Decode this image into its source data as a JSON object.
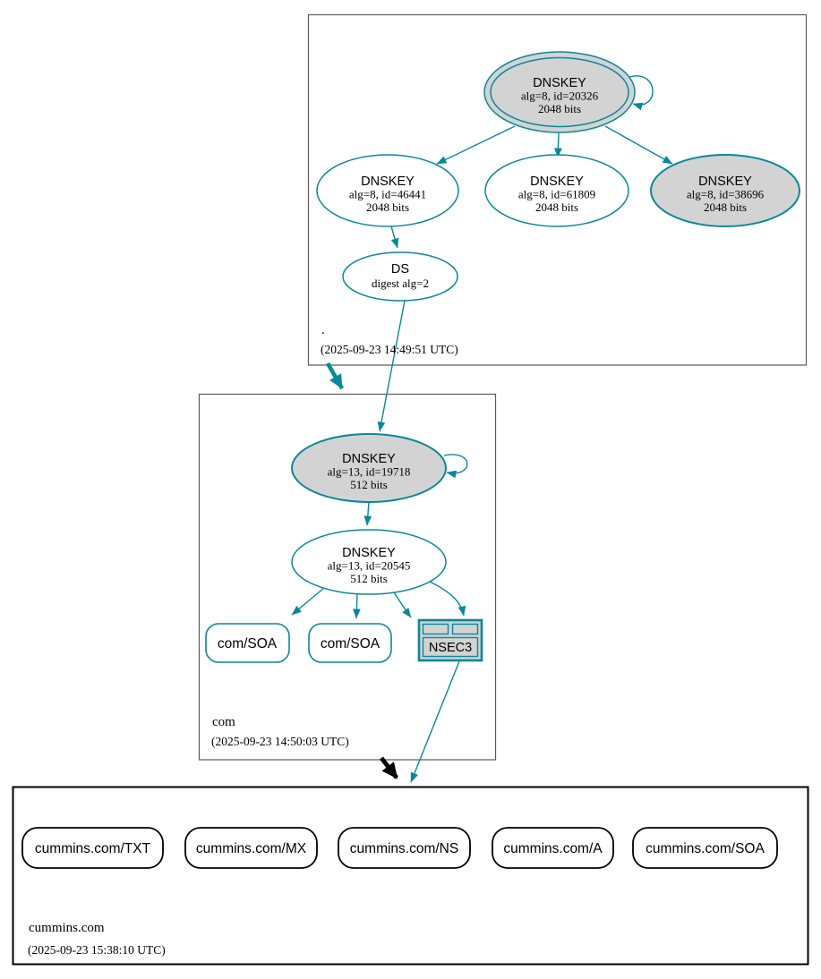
{
  "diagram": {
    "kind": "dnssec-authentication-chain",
    "colors": {
      "secure_teal": "#0a879a",
      "key_fill_gray": "#d3d3d3",
      "insecure_black": "#000000",
      "zone_border_gray": "#5b5b5b"
    },
    "zones": {
      "root": {
        "label": ".",
        "timestamp": "(2025-09-23 14:49:51 UTC)",
        "nodes": {
          "ksk_20326": {
            "title": "DNSKEY",
            "alg": "alg=8, id=20326",
            "bits": "2048 bits"
          },
          "zsk_46441": {
            "title": "DNSKEY",
            "alg": "alg=8, id=46441",
            "bits": "2048 bits"
          },
          "zsk_61809": {
            "title": "DNSKEY",
            "alg": "alg=8, id=61809",
            "bits": "2048 bits"
          },
          "ksk_38696": {
            "title": "DNSKEY",
            "alg": "alg=8, id=38696",
            "bits": "2048 bits"
          },
          "ds": {
            "title": "DS",
            "digest": "digest alg=2"
          }
        }
      },
      "com": {
        "label": "com",
        "timestamp": "(2025-09-23 14:50:03 UTC)",
        "nodes": {
          "ksk_19718": {
            "title": "DNSKEY",
            "alg": "alg=13, id=19718",
            "bits": "512 bits"
          },
          "zsk_20545": {
            "title": "DNSKEY",
            "alg": "alg=13, id=20545",
            "bits": "512 bits"
          },
          "soa_1": {
            "label": "com/SOA"
          },
          "soa_2": {
            "label": "com/SOA"
          },
          "nsec3": {
            "label": "NSEC3"
          }
        }
      },
      "cummins": {
        "label": "cummins.com",
        "timestamp": "(2025-09-23 15:38:10 UTC)",
        "rrsets": [
          {
            "label": "cummins.com/TXT"
          },
          {
            "label": "cummins.com/MX"
          },
          {
            "label": "cummins.com/NS"
          },
          {
            "label": "cummins.com/A"
          },
          {
            "label": "cummins.com/SOA"
          }
        ]
      }
    }
  }
}
